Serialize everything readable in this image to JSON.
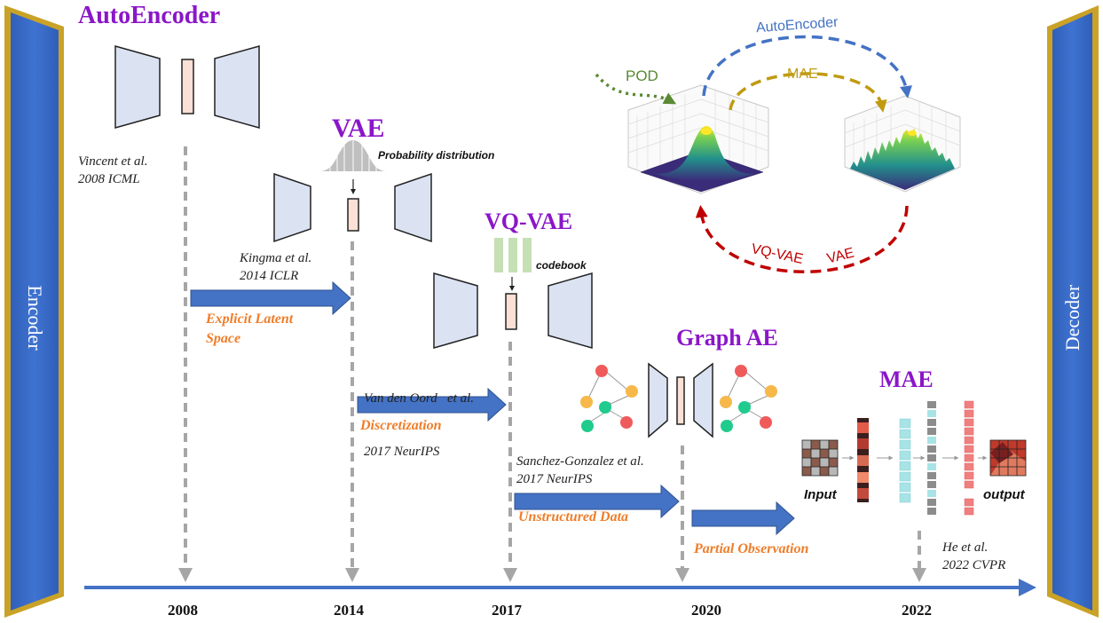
{
  "side": {
    "encoder": "Encoder",
    "decoder": "Decoder"
  },
  "models": {
    "autoencoder": {
      "title": "AutoEncoder",
      "citation": [
        "Vincent et al.",
        "2008 ICML"
      ]
    },
    "vae": {
      "title": "VAE",
      "citation": [
        "Kingma et al.",
        "2014 ICLR"
      ],
      "note": "Probability distribution"
    },
    "vqvae": {
      "title": "VQ-VAE",
      "citation": [
        "Van den Oord   et al.",
        "2017 NeurIPS"
      ],
      "note": "codebook"
    },
    "graphae": {
      "title": "Graph AE",
      "citation": [
        "Sanchez-Gonzalez et al.",
        "2017 NeurIPS"
      ]
    },
    "mae": {
      "title": "MAE",
      "citation": [
        "He et al.",
        "2022 CVPR"
      ],
      "input_label": "Input",
      "output_label": "output"
    }
  },
  "transitions": [
    "Explicit Latent",
    "Space",
    "Discretization",
    "Unstructured Data",
    "Partial Observation"
  ],
  "timeline": [
    "2008",
    "2014",
    "2017",
    "2020",
    "2022"
  ],
  "cycle": {
    "autoencoder": "AutoEncoder",
    "mae": "MAE",
    "pod": "POD",
    "vqvae": "VQ-VAE",
    "vae": "VAE"
  },
  "colors": {
    "purple": "#8b16c8",
    "orange": "#ef7d2a",
    "blue": "#4472c4",
    "gold": "#c09b12",
    "green": "#5a8a32",
    "red": "#c00000",
    "trapezoid": "#dbe3f3",
    "latent": "#fbe0d5"
  }
}
